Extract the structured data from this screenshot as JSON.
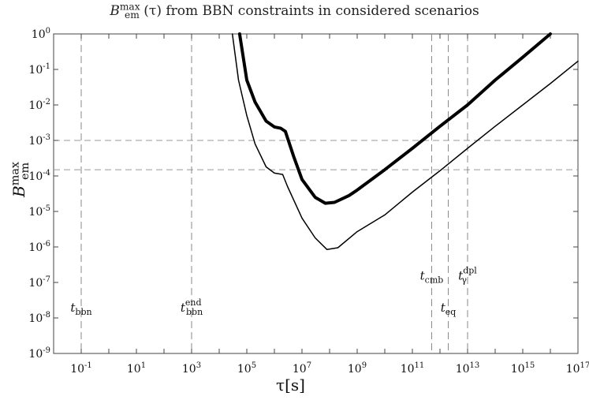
{
  "chart_data": {
    "type": "line",
    "title_parts": {
      "sym": "B",
      "sup": "max",
      "sub": "em",
      "rest": "(τ) from BBN constraints  in considered  scenarios"
    },
    "xlabel": "τ[s]",
    "ylabel": {
      "sym": "B",
      "sup": "max",
      "sub": "em"
    },
    "x_scale": "log",
    "y_scale": "log",
    "xlim": [
      0.01,
      1e+17
    ],
    "ylim": [
      1e-09,
      1
    ],
    "x_ticks": [
      {
        "base": "10",
        "exp": "-1",
        "value": 0.1
      },
      {
        "base": "10",
        "exp": "1",
        "value": 10
      },
      {
        "base": "10",
        "exp": "3",
        "value": 1000
      },
      {
        "base": "10",
        "exp": "5",
        "value": 100000
      },
      {
        "base": "10",
        "exp": "7",
        "value": 10000000.0
      },
      {
        "base": "10",
        "exp": "9",
        "value": 1000000000.0
      },
      {
        "base": "10",
        "exp": "11",
        "value": 100000000000.0
      },
      {
        "base": "10",
        "exp": "13",
        "value": 10000000000000.0
      },
      {
        "base": "10",
        "exp": "15",
        "value": 1000000000000000.0
      },
      {
        "base": "10",
        "exp": "17",
        "value": 1e+17
      }
    ],
    "y_ticks": [
      {
        "base": "10",
        "exp": "0",
        "value": 1
      },
      {
        "base": "10",
        "exp": "-1",
        "value": 0.1
      },
      {
        "base": "10",
        "exp": "-2",
        "value": 0.01
      },
      {
        "base": "10",
        "exp": "-3",
        "value": 0.001
      },
      {
        "base": "10",
        "exp": "-4",
        "value": 0.0001
      },
      {
        "base": "10",
        "exp": "-5",
        "value": 1e-05
      },
      {
        "base": "10",
        "exp": "-6",
        "value": 1e-06
      },
      {
        "base": "10",
        "exp": "-7",
        "value": 1e-07
      },
      {
        "base": "10",
        "exp": "-8",
        "value": 1e-08
      },
      {
        "base": "10",
        "exp": "-9",
        "value": 1e-09
      }
    ],
    "vlines": [
      {
        "value": 0.1,
        "label_main": "t",
        "label_sub": "bbn",
        "label_sup": "",
        "label_y": 1.5e-08
      },
      {
        "value": 1000,
        "label_main": "t",
        "label_sub": "bbn",
        "label_sup": "end",
        "label_y": 1.5e-08
      },
      {
        "value": 500000000000.0,
        "label_main": "t",
        "label_sub": "cmb",
        "label_sup": "",
        "label_y": 1.2e-07
      },
      {
        "value": 2000000000000.0,
        "label_main": "t",
        "label_sub": "eq",
        "label_sup": "",
        "label_y": 1.5e-08
      },
      {
        "value": 10000000000000.0,
        "label_main": "t",
        "label_sub": "γ",
        "label_sup": "dpl",
        "label_y": 1.2e-07
      }
    ],
    "hlines": [
      0.001,
      0.00015
    ],
    "series": [
      {
        "stroke_width": 4,
        "x": [
          55000.0,
          100000.0,
          200000.0,
          500000.0,
          1000000.0,
          1700000.0,
          2500000.0,
          5000000.0,
          10000000.0,
          30000000.0,
          70000000.0,
          150000000.0,
          500000000.0,
          1000000000.0,
          10000000000.0,
          100000000000.0,
          1000000000000.0,
          10000000000000.0,
          100000000000000.0,
          1000000000000000.0,
          1e+16
        ],
        "y": [
          1,
          0.05,
          0.012,
          0.0035,
          0.0024,
          0.0022,
          0.0018,
          0.00035,
          8e-05,
          2.5e-05,
          1.7e-05,
          1.8e-05,
          2.8e-05,
          4e-05,
          0.00015,
          0.0006,
          0.0025,
          0.01,
          0.05,
          0.22,
          1
        ]
      },
      {
        "stroke_width": 1.5,
        "x": [
          30000.0,
          50000.0,
          100000.0,
          200000.0,
          500000.0,
          1000000.0,
          2000000.0,
          3000000.0,
          10000000.0,
          30000000.0,
          80000000.0,
          200000000.0,
          1000000000.0,
          10000000000.0,
          100000000000.0,
          1000000000000.0,
          10000000000000.0,
          100000000000000.0,
          1000000000000000.0,
          1e+16,
          1e+17
        ],
        "y": [
          1,
          0.05,
          0.005,
          0.0008,
          0.00018,
          0.00012,
          0.00011,
          5e-05,
          6.5e-06,
          1.8e-06,
          8.5e-07,
          9.5e-07,
          2.7e-06,
          8e-06,
          3.5e-05,
          0.00014,
          0.0006,
          0.0025,
          0.01,
          0.04,
          0.17
        ]
      }
    ]
  }
}
